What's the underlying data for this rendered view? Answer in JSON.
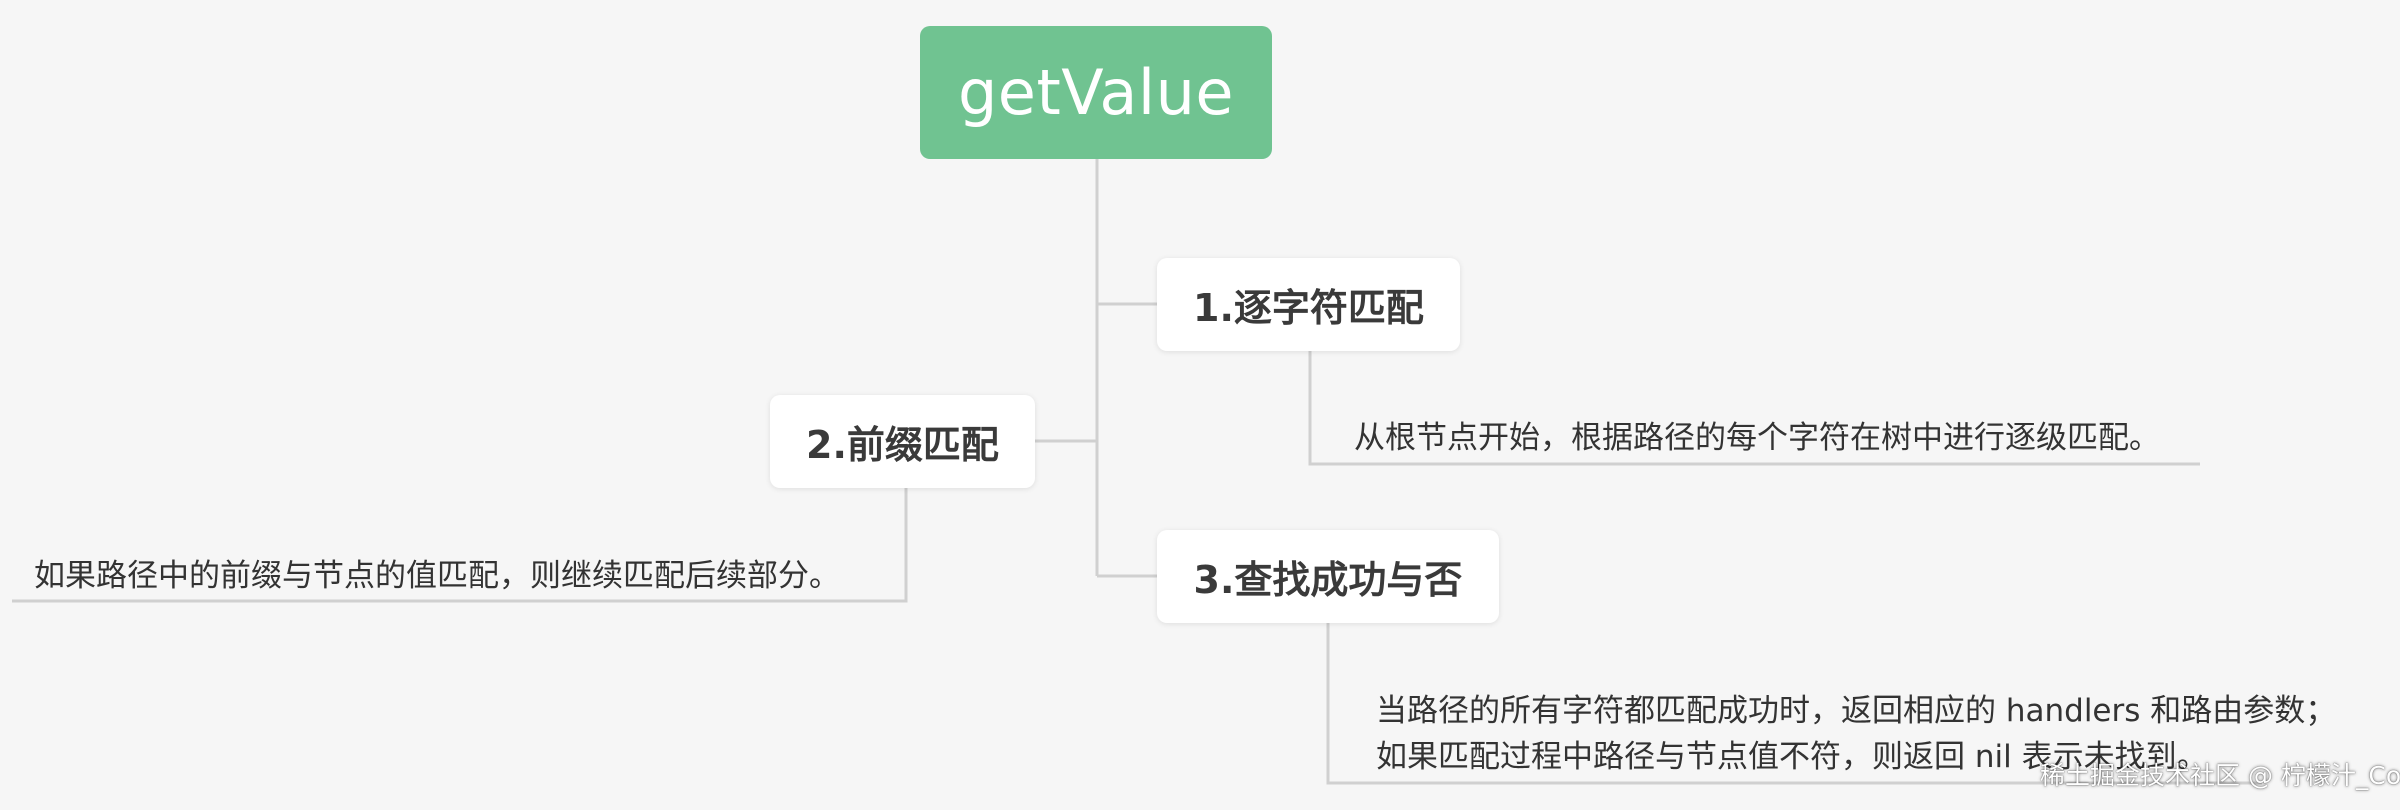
{
  "mindmap": {
    "root": {
      "label": "getValue",
      "color": "#70c391"
    },
    "branches": [
      {
        "title": "1.逐字符匹配",
        "note": [
          "从根节点开始，根据路径的每个字符在树中进行逐级匹配。"
        ]
      },
      {
        "title": "2.前缀匹配",
        "note": [
          "如果路径中的前缀与节点的值匹配，则继续匹配后续部分。"
        ]
      },
      {
        "title": "3.查找成功与否",
        "note": [
          "当路径的所有字符都匹配成功时，返回相应的 handlers 和路由参数；",
          "如果匹配过程中路径与节点值不符，则返回 nil 表示未找到。"
        ]
      }
    ],
    "connector_color": "#d0d0d0"
  },
  "watermark": "稀土掘金技术社区 @ 柠檬汁_Code"
}
